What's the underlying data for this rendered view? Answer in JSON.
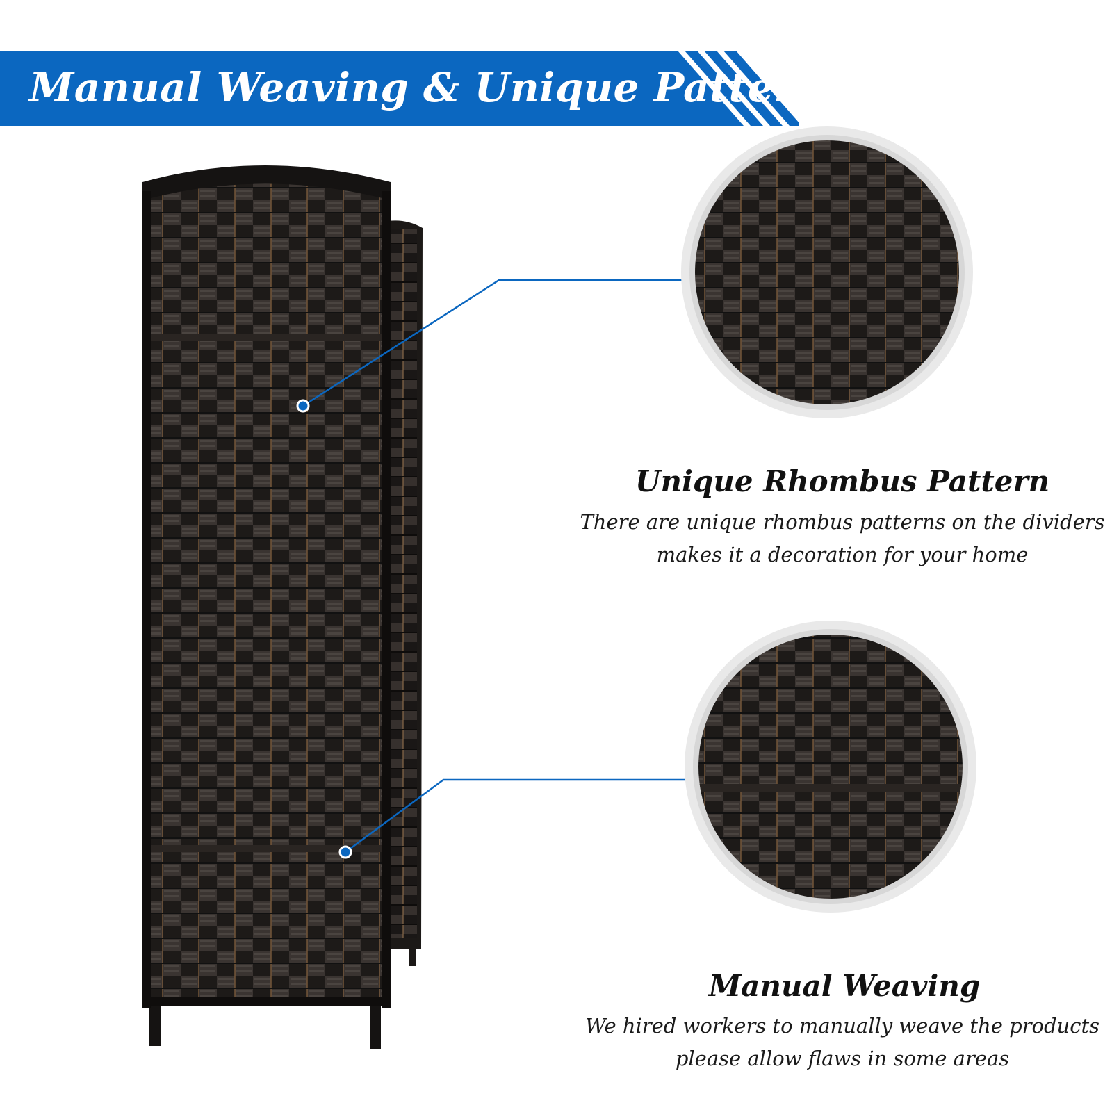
{
  "banner": {
    "title": "Manual Weaving & Unique Pattern",
    "color": "#0b67c0"
  },
  "product": {
    "weave_color": "#2a2522",
    "accent_color": "#0b67c0"
  },
  "features": [
    {
      "title": "Unique Rhombus Pattern",
      "lines": [
        "There are unique rhombus patterns on the dividers",
        "makes it a decoration for your home"
      ]
    },
    {
      "title": "Manual Weaving",
      "lines": [
        "We hired workers to manually weave the products",
        "please allow flaws in some areas"
      ]
    }
  ]
}
